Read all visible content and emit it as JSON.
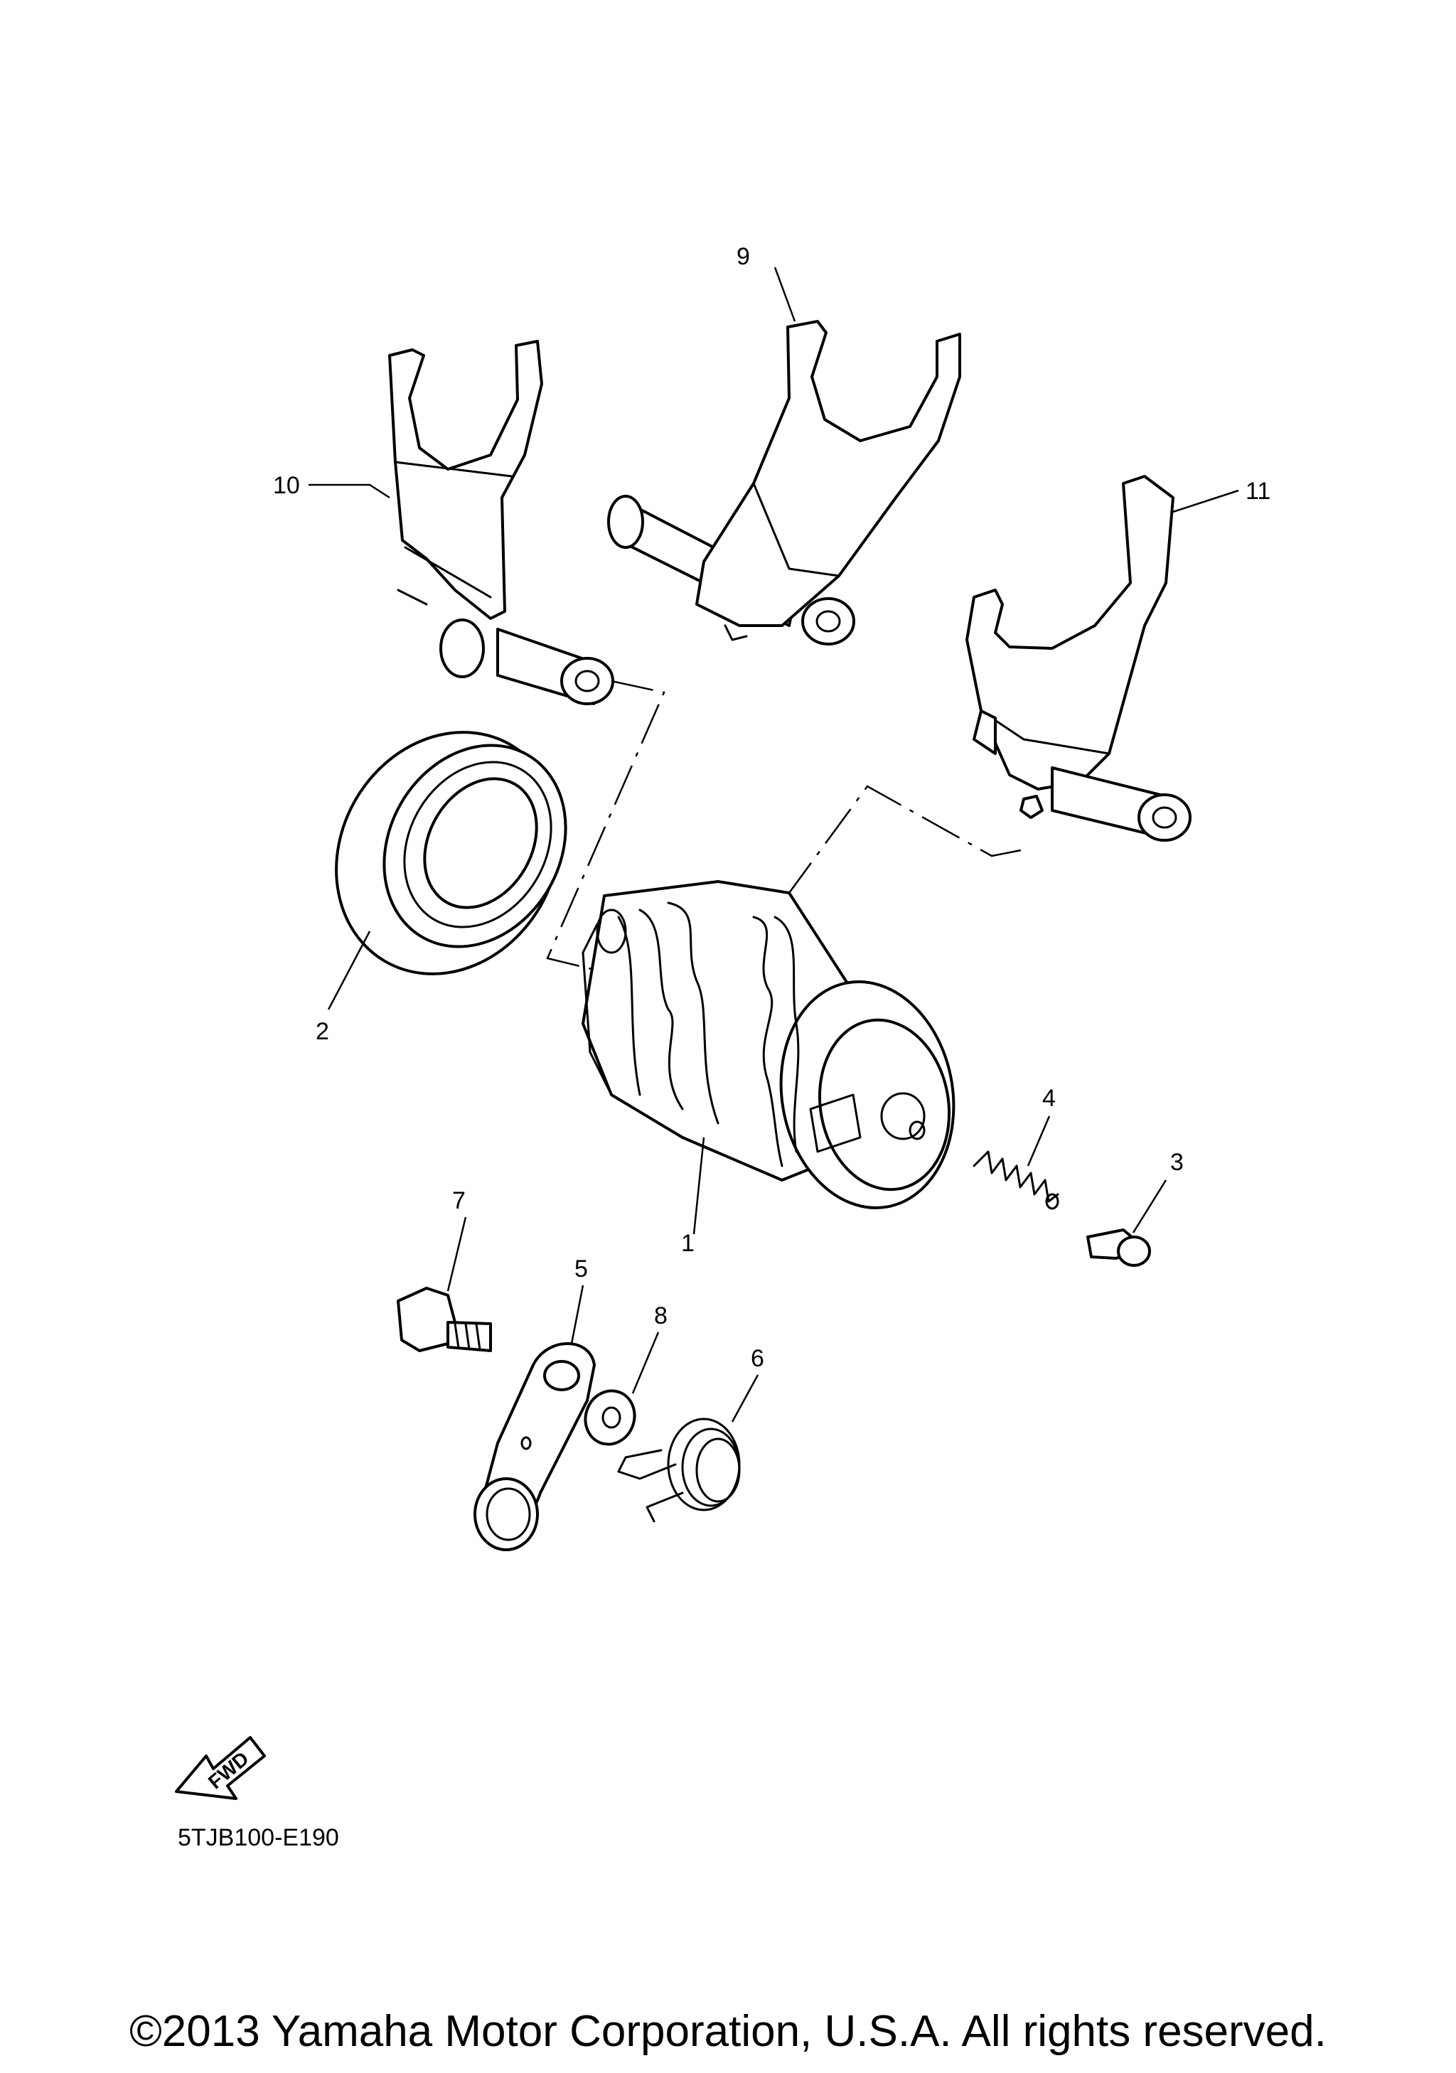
{
  "callouts": [
    "1",
    "2",
    "3",
    "4",
    "5",
    "6",
    "7",
    "8",
    "9",
    "10",
    "11"
  ],
  "fwd_label": "FWD",
  "reference_code": "5TJB100-E190",
  "copyright": "©2013 Yamaha Motor Corporation, U.S.A. All rights reserved."
}
